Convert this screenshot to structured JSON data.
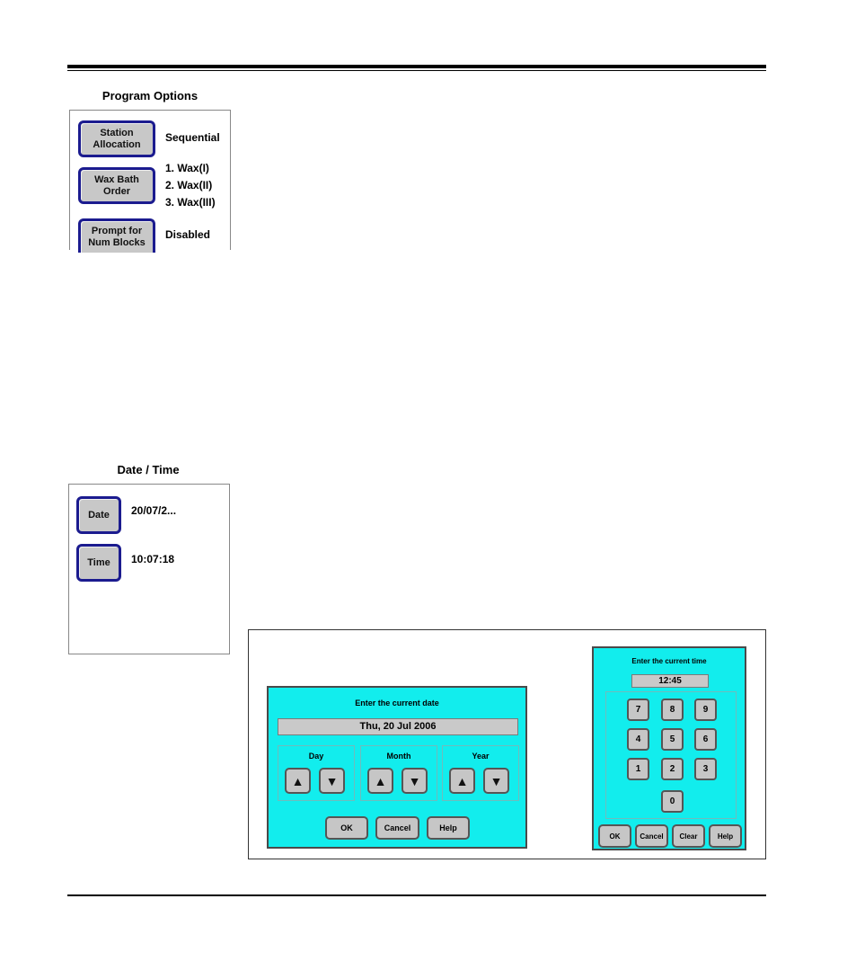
{
  "program_options": {
    "title": "Program Options",
    "rows": [
      {
        "button": "Station\nAllocation",
        "value": "Sequential"
      },
      {
        "button": "Wax Bath\nOrder",
        "value": "1. Wax(I)\n2. Wax(II)\n3. Wax(III)"
      },
      {
        "button": "Prompt for\nNum Blocks",
        "value": "Disabled"
      }
    ]
  },
  "date_time": {
    "title": "Date / Time",
    "date_button": "Date",
    "date_value": "20/07/2...",
    "time_button": "Time",
    "time_value": "10:07:18"
  },
  "date_dialog": {
    "title": "Enter the current date",
    "value": "Thu, 20 Jul 2006",
    "groups": [
      "Day",
      "Month",
      "Year"
    ],
    "up_glyph": "▲",
    "down_glyph": "▼",
    "buttons": [
      "OK",
      "Cancel",
      "Help"
    ],
    "bg_color": "#12eded"
  },
  "time_dialog": {
    "title": "Enter the current time",
    "value": "12:45",
    "keys": [
      "7",
      "8",
      "9",
      "4",
      "5",
      "6",
      "1",
      "2",
      "3",
      "0"
    ],
    "buttons": [
      "OK",
      "Cancel",
      "Clear",
      "Help"
    ],
    "bg_color": "#12eded"
  },
  "accent_color": "#1b1b8f"
}
